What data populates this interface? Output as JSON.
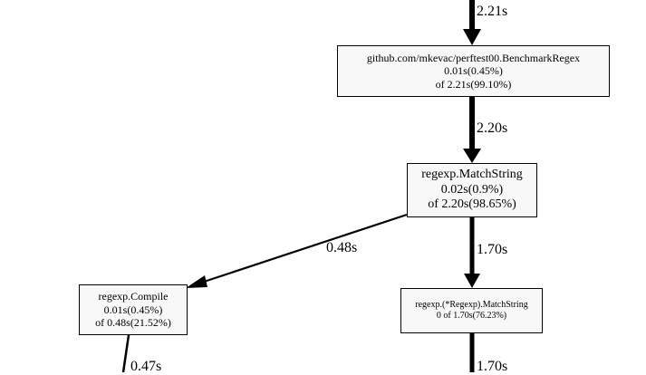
{
  "nodes": {
    "benchmark": {
      "name": "github.com/mkevac/perftest00.BenchmarkRegex",
      "flat": "0.01s(0.45%)",
      "cum": "of 2.21s(99.10%)"
    },
    "matchstring": {
      "name": "regexp.MatchString",
      "flat": "0.02s(0.9%)",
      "cum": "of 2.20s(98.65%)"
    },
    "compile": {
      "name": "regexp.Compile",
      "flat": "0.01s(0.45%)",
      "cum": "of 0.48s(21.52%)"
    },
    "regexp_matchstring": {
      "name": "regexp.(*Regexp).MatchString",
      "cum": "0 of 1.70s(76.23%)"
    }
  },
  "edges": {
    "in_top": "2.21s",
    "bench_to_match": "2.20s",
    "match_to_compile": "0.48s",
    "match_to_regexp": "1.70s",
    "compile_out": "0.47s",
    "regexp_out": "1.70s"
  },
  "colors": {
    "node_fill": "#f8f8f8",
    "stroke": "#000000",
    "background": "#ffffff"
  }
}
